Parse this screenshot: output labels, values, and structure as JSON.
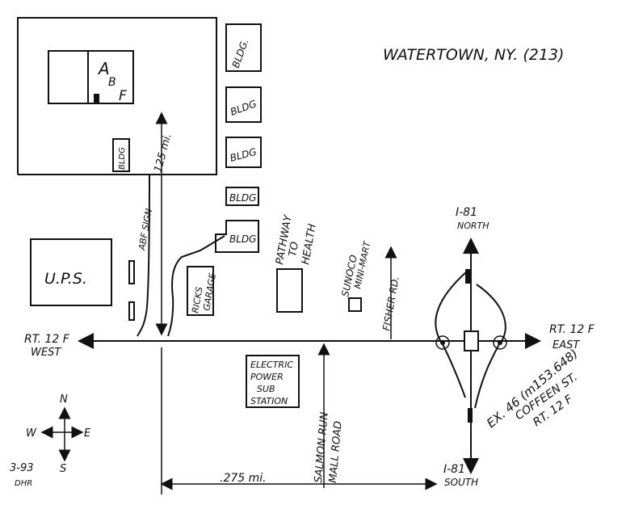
{
  "header": {
    "title": "WATERTOWN, NY. (213)"
  },
  "lot": {
    "building_letters": [
      "A",
      "B",
      "F"
    ],
    "small_bldg": "BLDG",
    "bldgs": [
      "BLDG.",
      "BLDG",
      "BLDG",
      "BLDG",
      "BLDG"
    ]
  },
  "distances": {
    "north_spur": ".125 mi.",
    "bottom": ".275 mi."
  },
  "labels": {
    "ups": "U.P.S.",
    "abf_sign": "ABF SIGN",
    "ricks_garage": [
      "RICKS",
      "GARAGE"
    ],
    "pathway": [
      "PATHWAY",
      "TO",
      "HEALTH"
    ],
    "sunoco": [
      "SUNOCO",
      "MINI-MART"
    ],
    "fisher": "FISHER RD.",
    "electric": [
      "ELECTRIC",
      "POWER",
      "SUB",
      "STATION"
    ],
    "salmon_run": [
      "SALMON RUN",
      "MALL ROAD"
    ]
  },
  "roads": {
    "rt12f_west": [
      "RT. 12 F",
      "WEST"
    ],
    "rt12f_east": [
      "RT. 12 F",
      "EAST"
    ],
    "i81_north": [
      "I-81",
      "NORTH"
    ],
    "i81_south": [
      "I-81",
      "SOUTH"
    ],
    "exit": [
      "EX. 46 (m153.648)",
      "COFFEEN ST.",
      "RT. 12 F"
    ]
  },
  "compass": {
    "n": "N",
    "s": "S",
    "e": "E",
    "w": "W"
  },
  "footer": {
    "date": "3-93",
    "initials": "DHR"
  }
}
